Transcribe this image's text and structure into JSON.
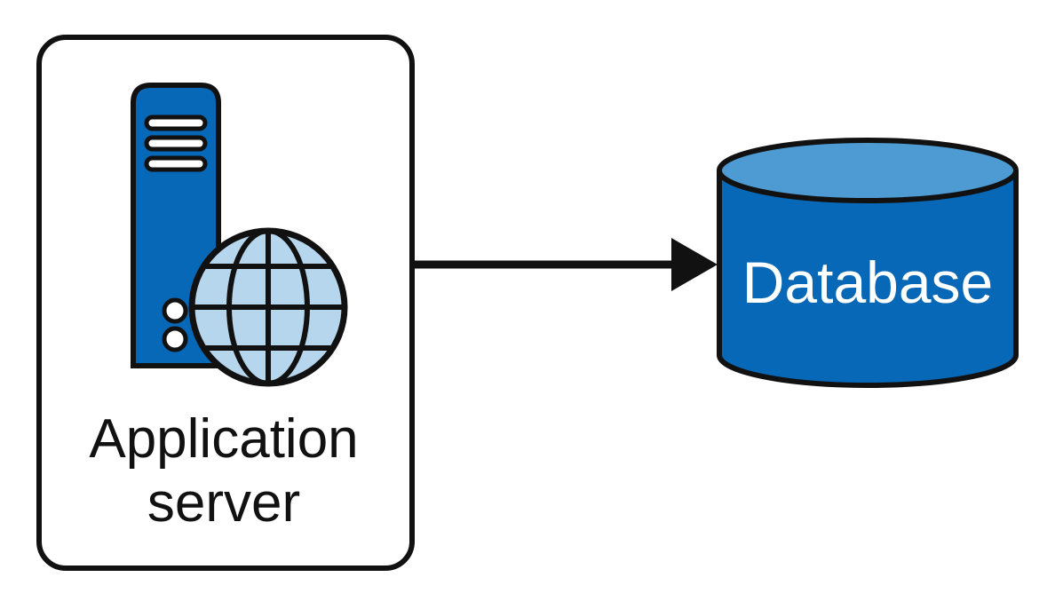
{
  "app_server": {
    "label_line1": "Application",
    "label_line2": "server",
    "icon": "server-globe-icon"
  },
  "connector": {
    "icon": "arrow-right-icon"
  },
  "database": {
    "label": "Database",
    "icon": "database-cylinder-icon"
  },
  "colors": {
    "primary_blue": "#0868b8",
    "top_blue": "#4d9bd2",
    "light_blue": "#b6d6ee",
    "outline": "#111111"
  }
}
